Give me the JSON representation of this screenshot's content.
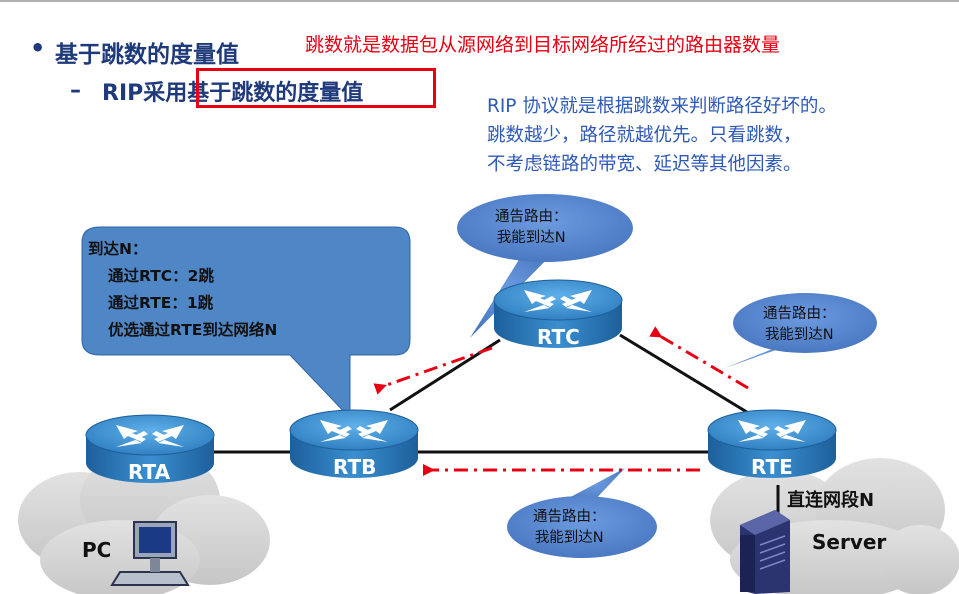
{
  "slide": {
    "bullet_title": "基于跳数的度量值",
    "sub_item": "RIP采用基于跳数的度量值",
    "red_note": "跳数就是数据包从源网络到目标网络所经过的路由器数量",
    "blue_note": [
      "RIP 协议就是根据跳数来判断路径好坏的。",
      "跳数越少，路径就越优先。只看跳数，",
      "不考虑链路的带宽、延迟等其他因素。"
    ]
  },
  "info_box": {
    "title": "到达N：",
    "lines": [
      "通过RTC：2跳",
      "通过RTE：1跳",
      "优选通过RTE到达网络N"
    ]
  },
  "routers": {
    "rta": "RTA",
    "rtb": "RTB",
    "rtc": "RTC",
    "rte": "RTE"
  },
  "bubbles": {
    "top": {
      "line1": "通告路由：",
      "line2": "我能到达N"
    },
    "right": {
      "line1": "通告路由：",
      "line2": "我能到达N"
    },
    "bottom": {
      "line1": "通告路由：",
      "line2": "我能到达N"
    }
  },
  "labels": {
    "pc": "PC",
    "server": "Server",
    "direct_segment": "直连网段N"
  },
  "colors": {
    "title_blue": "#1f3a7a",
    "note_red": "#e60012",
    "note_blue": "#2e5ab7",
    "router_blue": "#2f7fc1",
    "bubble_blue": "#4f7fc6",
    "arrow_red": "#e60012"
  }
}
